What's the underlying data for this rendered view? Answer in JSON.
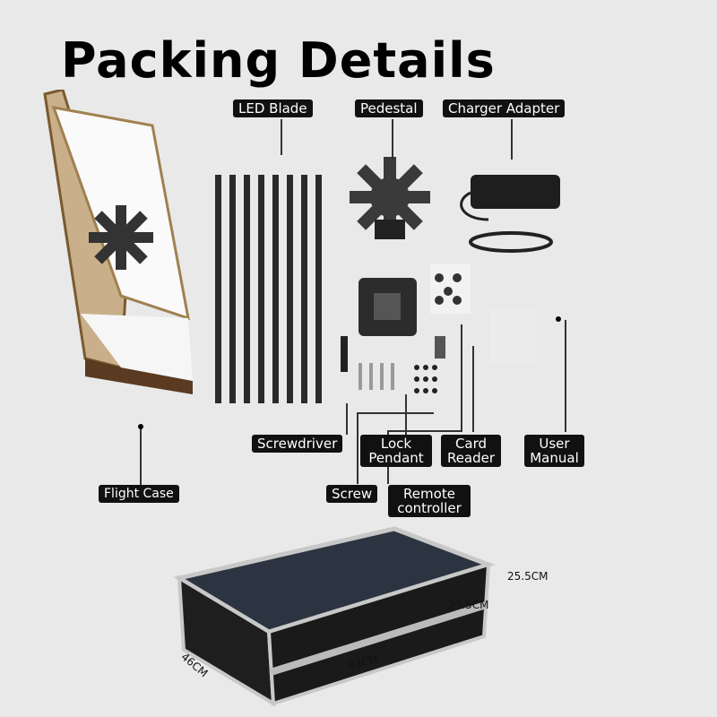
{
  "title": "Packing Details",
  "labels": {
    "led_blade": "LED Blade",
    "pedestal": "Pedestal",
    "charger": "Charger Adapter",
    "flight_case": "Flight Case",
    "screwdriver": "Screwdriver",
    "lock_pendant": "Lock Pendant",
    "card_reader": "Card Reader",
    "user_manual": "User Manual",
    "screw": "Screw",
    "remote": "Remote controller"
  },
  "dimensions": {
    "length": "83CM",
    "width": "46CM",
    "height1": "23.5CM",
    "height2": "25.5CM"
  }
}
